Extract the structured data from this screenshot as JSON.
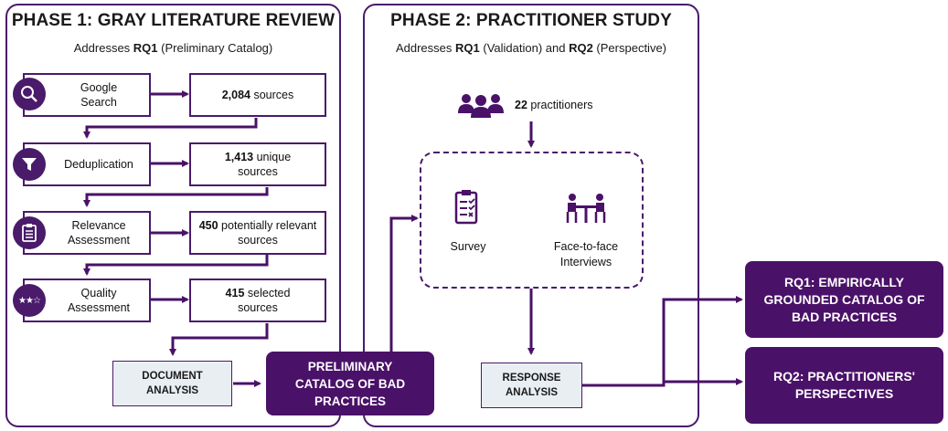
{
  "phase1": {
    "title": "PHASE 1: GRAY LITERATURE REVIEW",
    "sub_prefix": "Addresses ",
    "sub_rq": "RQ1",
    "sub_suffix": " (Preliminary Catalog)",
    "steps": [
      {
        "icon": "magnifier-icon",
        "label": "Google Search",
        "result_num": "2,084",
        "result_text": "sources"
      },
      {
        "icon": "funnel-icon",
        "label": "Deduplication",
        "result_num": "1,413",
        "result_text": "unique sources"
      },
      {
        "icon": "clipboard-icon",
        "label": "Relevance Assessment",
        "result_num": "450",
        "result_text": "potentially relevant sources"
      },
      {
        "icon": "stars-icon",
        "label": "Quality Assessment",
        "result_num": "415",
        "result_text": "selected sources"
      }
    ],
    "doc_analysis": "DOCUMENT ANALYSIS"
  },
  "preliminary_catalog": "PRELIMINARY CATALOG OF BAD PRACTICES",
  "phase2": {
    "title": "PHASE 2: PRACTITIONER STUDY",
    "sub_prefix": "Addresses ",
    "sub_rq1": "RQ1",
    "sub_mid": " (Validation) and ",
    "sub_rq2": "RQ2",
    "sub_suffix": " (Perspective)",
    "practitioners_num": "22",
    "practitioners_text": "practitioners",
    "survey": "Survey",
    "interviews": "Face-to-face Interviews",
    "response_analysis": "RESPONSE ANALYSIS"
  },
  "outputs": {
    "rq1": "RQ1: EMPIRICALLY GROUNDED CATALOG OF BAD PRACTICES",
    "rq2": "RQ2: PRACTITIONERS' PERSPECTIVES"
  },
  "colors": {
    "accent": "#4a1168",
    "gray_box": "#e9eef3"
  }
}
